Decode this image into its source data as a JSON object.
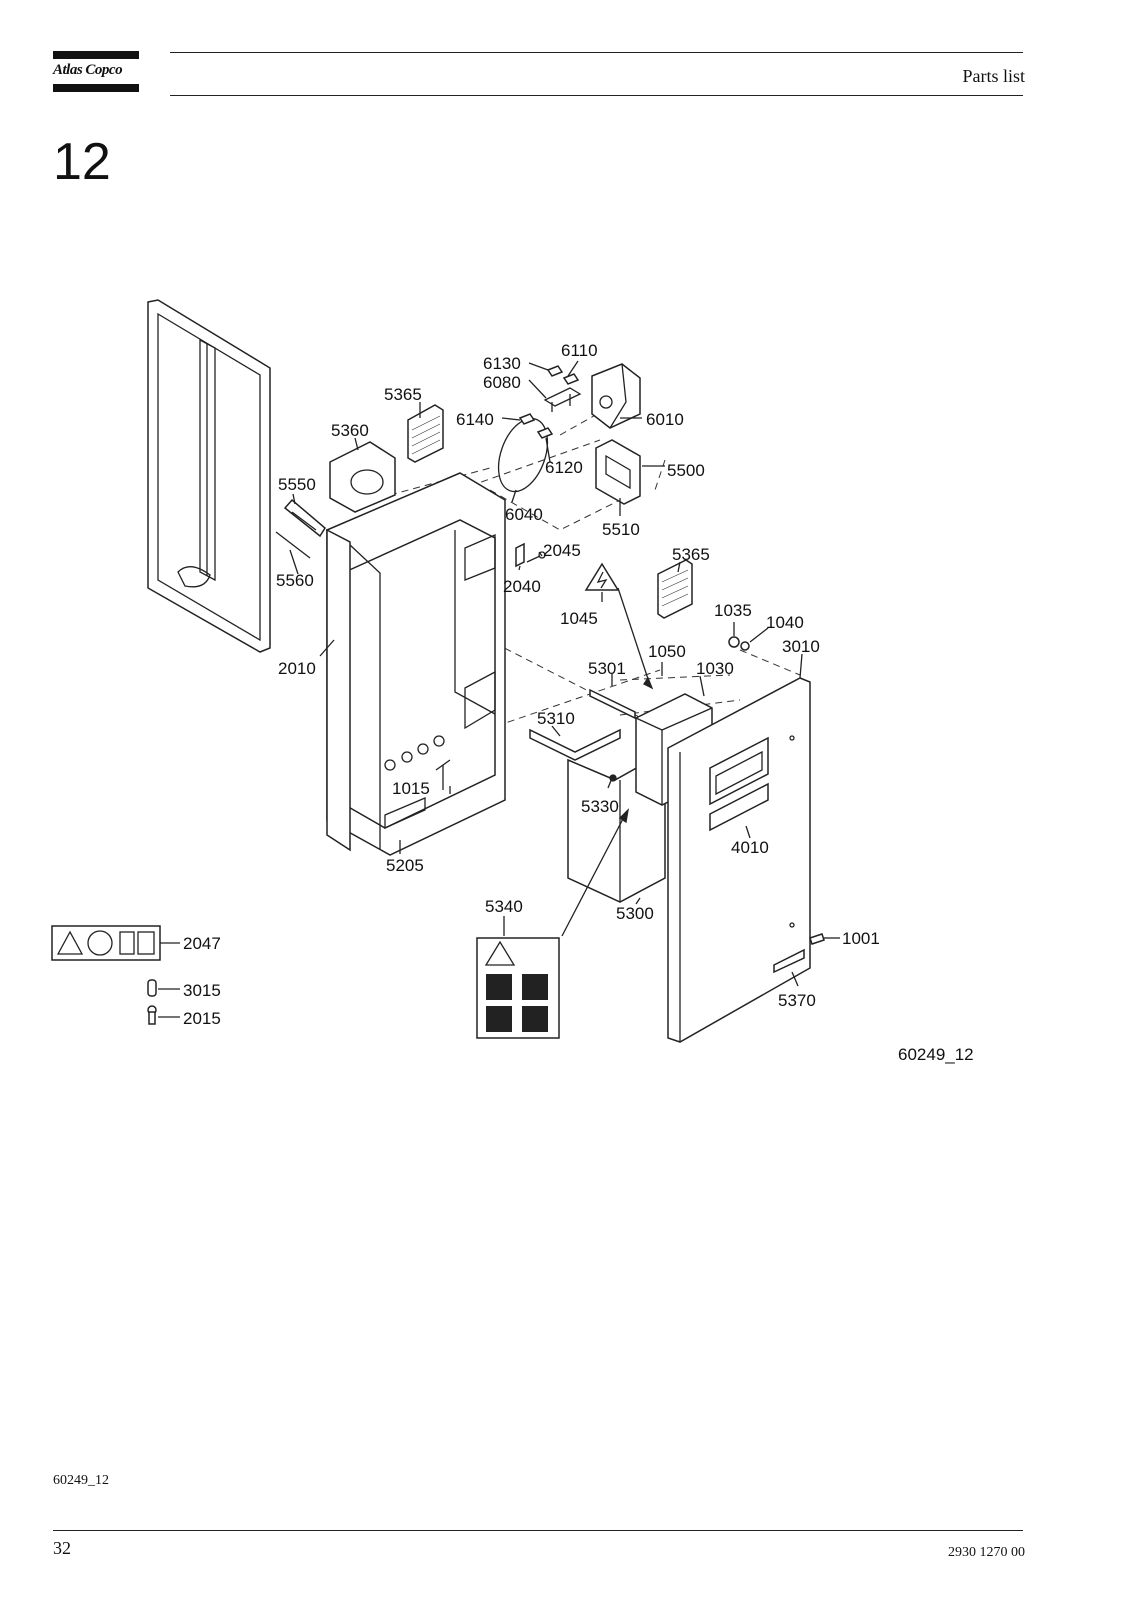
{
  "header": {
    "logo_text": "Atlas Copco",
    "title": "Parts list"
  },
  "section_number": "12",
  "diagram": {
    "figure_id": "60249_12",
    "callouts": [
      "6130",
      "6110",
      "6080",
      "5365",
      "6140",
      "6010",
      "5360",
      "6120",
      "5500",
      "5550",
      "6040",
      "5510",
      "2045",
      "5365",
      "5560",
      "2040",
      "1045",
      "1035",
      "1040",
      "3010",
      "2010",
      "1050",
      "1030",
      "5301",
      "5310",
      "1015",
      "5330",
      "4010",
      "5205",
      "5340",
      "5300",
      "2047",
      "1001",
      "3015",
      "5370",
      "2015"
    ]
  },
  "footer": {
    "image_ref": "60249_12",
    "page_number": "32",
    "doc_number": "2930 1270 00"
  }
}
